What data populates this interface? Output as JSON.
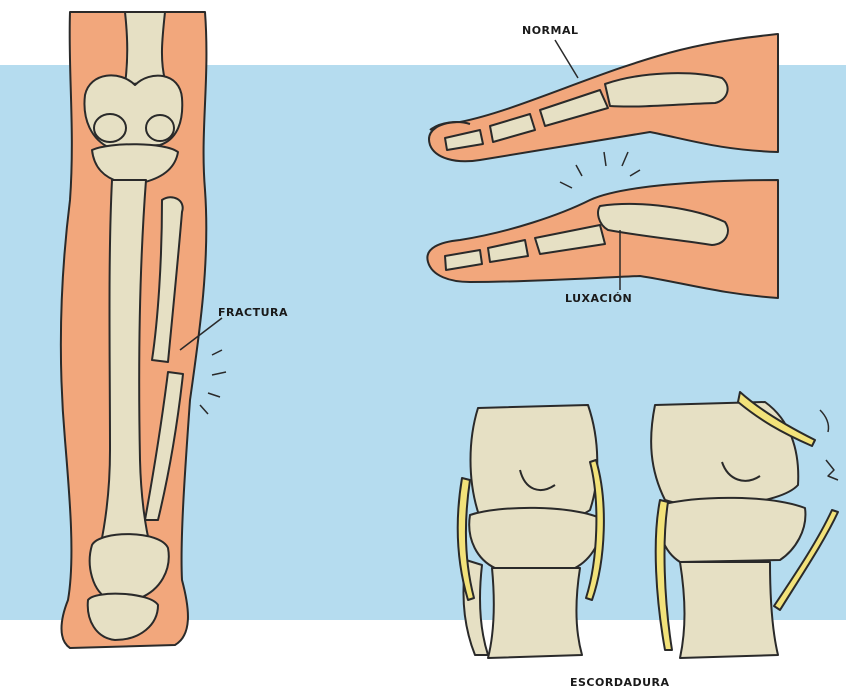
{
  "labels": {
    "normal": "NORMAL",
    "luxacion": "LUXACIÓN",
    "fractura": "FRACTURA",
    "escordadura": "ESCORDADURA"
  },
  "colors": {
    "background_blue": "#b5dcef",
    "skin": "#f2a77c",
    "bone": "#e6e0c4",
    "ligament": "#f2e27a",
    "outline": "#2a2a2a"
  }
}
